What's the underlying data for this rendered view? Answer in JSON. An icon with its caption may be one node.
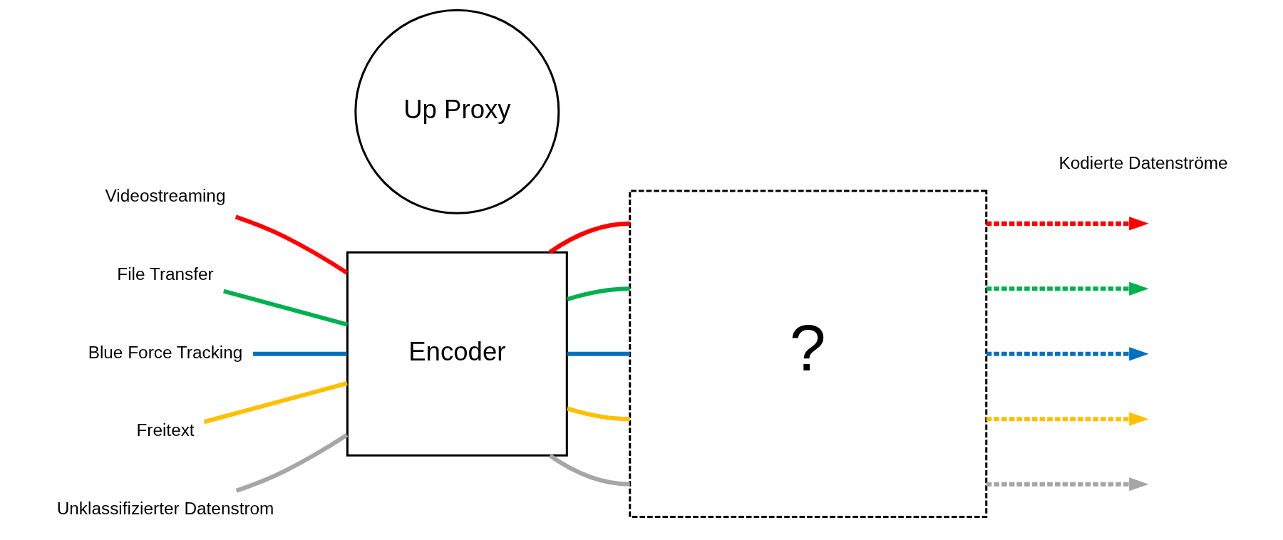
{
  "diagram": {
    "nodes": [
      {
        "text": [
          "?"
        ]
      },
      {
        "text": [
          "Up Proxy"
        ]
      },
      {
        "text": [
          "Encoder"
        ]
      },
      {
        "text": [
          "Videostreaming"
        ]
      },
      {
        "text": [
          "File Transfer"
        ]
      },
      {
        "text": [
          "Blue Force Tracking"
        ]
      },
      {
        "text": [
          "Freitext"
        ]
      },
      {
        "text": [
          "Unklassifizierter Datenstrom"
        ]
      }
    ],
    "edges": [
      {
        "from": 3,
        "to": 2,
        "arrow": "none",
        "color": "#ff0000"
      },
      {
        "from": 4,
        "to": 2,
        "arrow": "none",
        "color": "#00b050"
      },
      {
        "from": 5,
        "to": 2,
        "arrow": "none",
        "color": "#0070c0"
      },
      {
        "from": 6,
        "to": 2,
        "arrow": "none",
        "color": "#ffc000"
      },
      {
        "from": 7,
        "to": 2,
        "arrow": "none",
        "color": "#a6a6a6"
      },
      {
        "from": 2,
        "to": 0,
        "arrow": "none",
        "color": "#ff0000"
      },
      {
        "from": 2,
        "to": 0,
        "arrow": "none",
        "color": "#00b050"
      },
      {
        "from": 2,
        "to": 0,
        "arrow": "none",
        "color": "#0070c0"
      },
      {
        "from": 2,
        "to": 0,
        "arrow": "none",
        "color": "#ffc000"
      },
      {
        "from": 2,
        "to": 0,
        "arrow": "none",
        "color": "#a6a6a6"
      },
      {
        "from": 0,
        "to": null,
        "arrow": "to",
        "style": "dashed",
        "color": "#ff0000"
      },
      {
        "from": 0,
        "to": null,
        "arrow": "to",
        "style": "dashed",
        "color": "#00b050"
      },
      {
        "from": 0,
        "to": null,
        "arrow": "to",
        "style": "dashed",
        "color": "#0070c0"
      },
      {
        "from": 0,
        "to": null,
        "arrow": "to",
        "style": "dashed",
        "color": "#ffc000"
      },
      {
        "from": 0,
        "to": null,
        "arrow": "to",
        "style": "dashed",
        "color": "#a6a6a6"
      }
    ],
    "labels": [
      "Kodierte Datenströme"
    ]
  }
}
